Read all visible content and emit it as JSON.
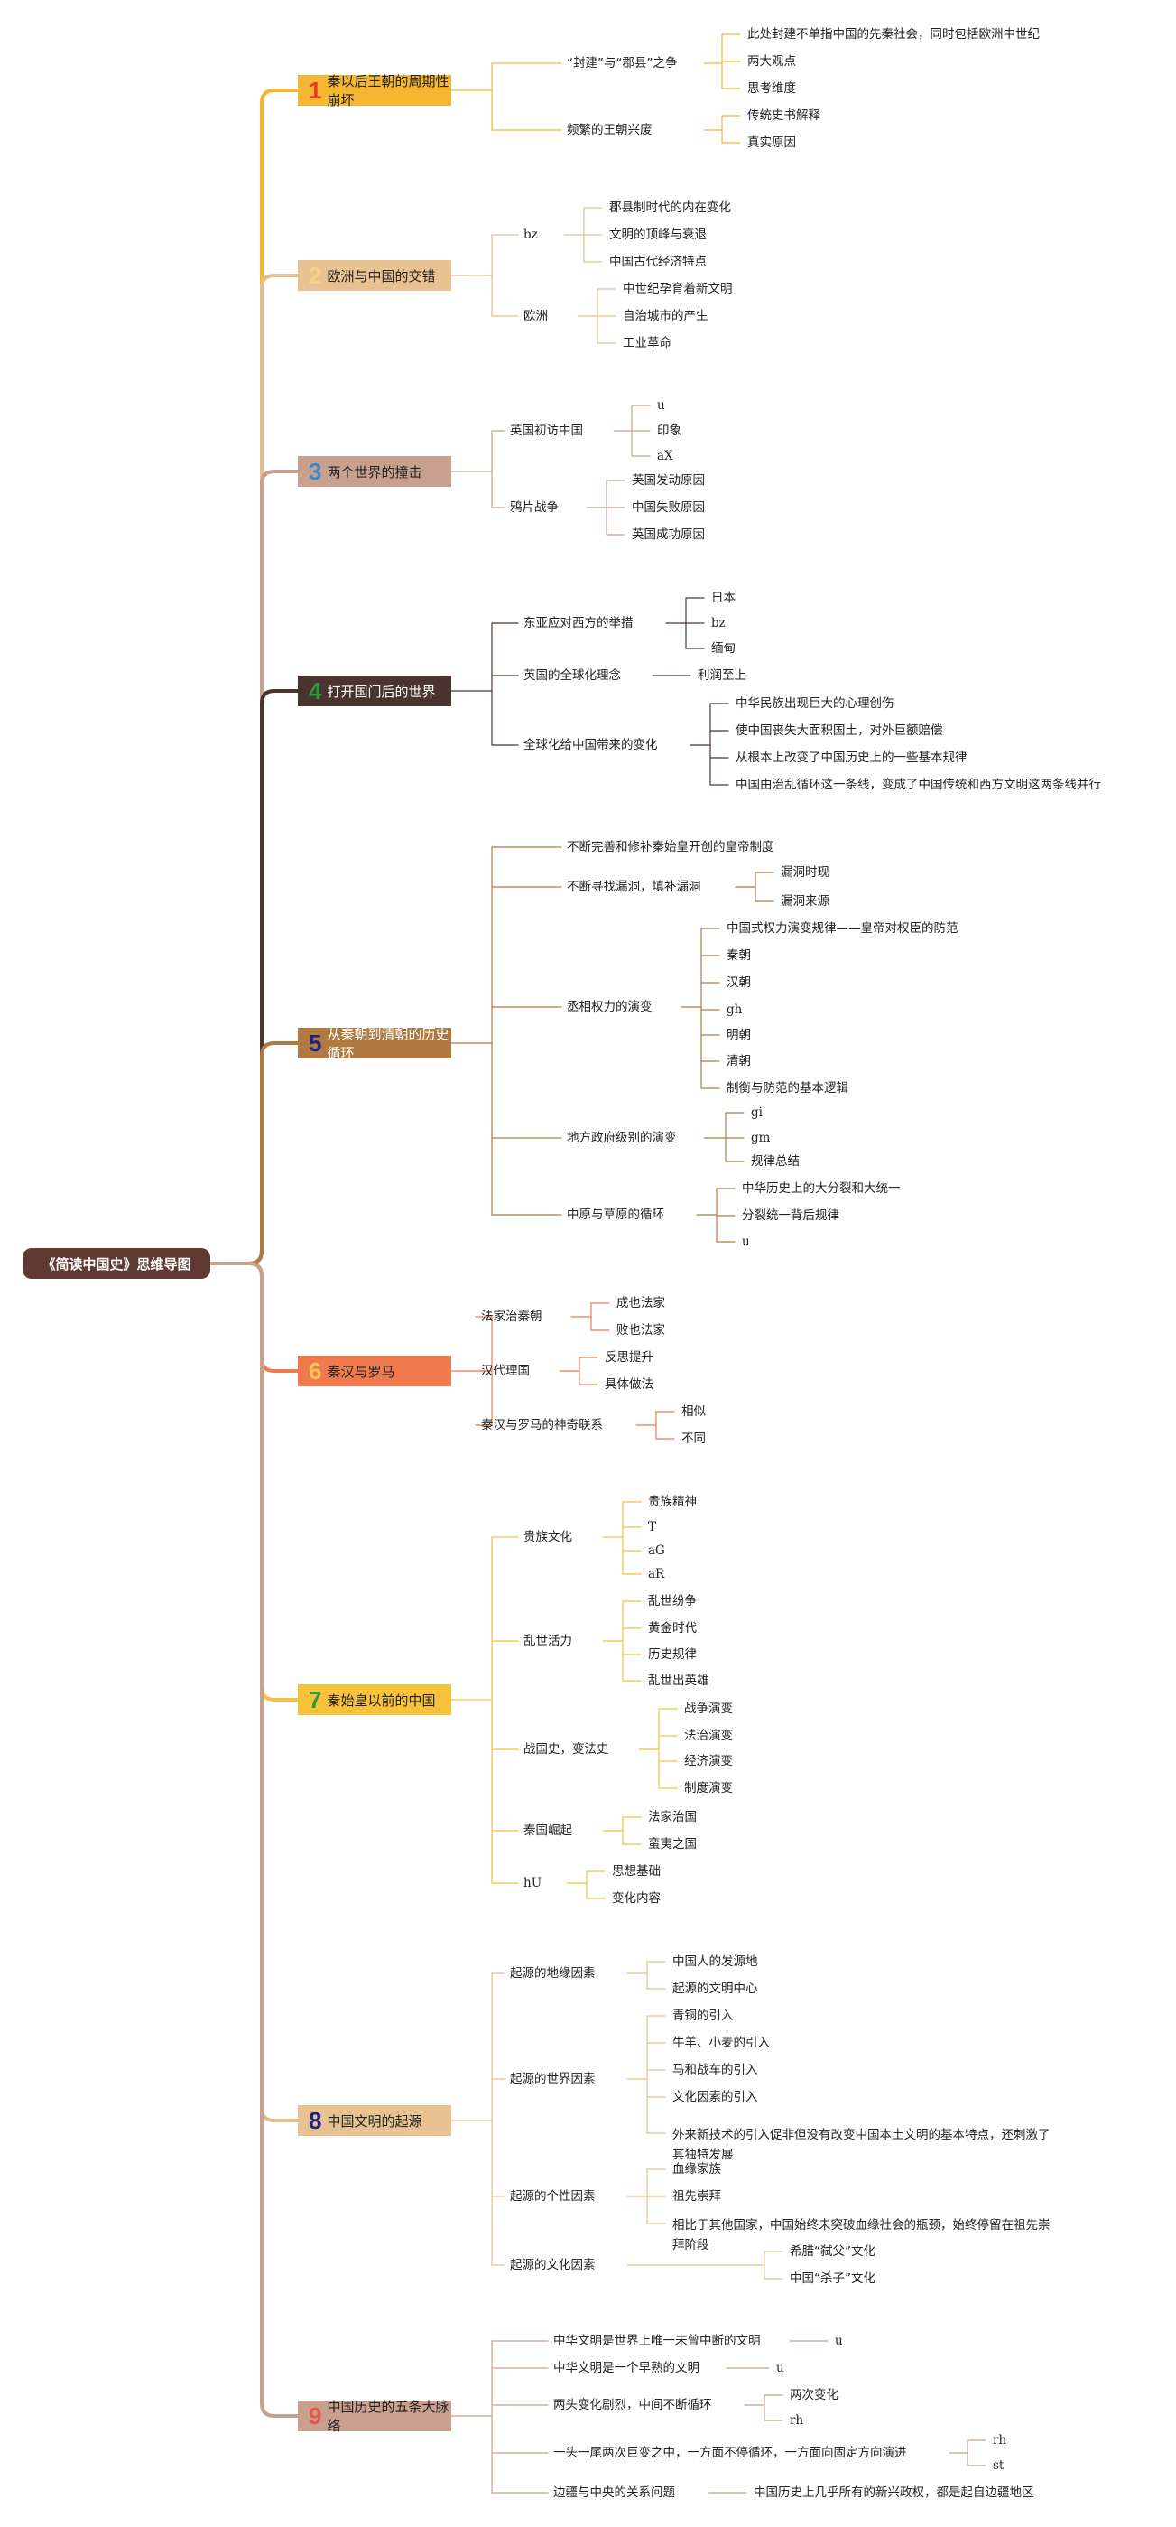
{
  "root": {
    "label": "《简读中国史》思维导图"
  },
  "chapters": [
    {
      "num": "1",
      "title": "秦以后王朝的周期性崩坏",
      "num_color": "#e03b24",
      "bg": "#f5b731",
      "line": "#f5b731",
      "branches": [
        {
          "label": "“封建”与“郡县”之争",
          "children": [
            "此处封建不单指中国的先秦社会，同时包括欧洲中世纪",
            "两大观点",
            "思考维度"
          ]
        },
        {
          "label": "频繁的王朝兴废",
          "children": [
            "传统史书解释",
            "真实原因"
          ]
        }
      ]
    },
    {
      "num": "2",
      "title": "欧洲与中国的交错",
      "num_color": "#f7d08a",
      "bg": "#e8c290",
      "line": "#e2c08e",
      "branches": [
        {
          "label": "bz",
          "children": [
            "郡县制时代的内在变化",
            "文明的顶峰与衰退",
            "中国古代经济特点"
          ]
        },
        {
          "label": "欧洲",
          "children": [
            "中世纪孕育着新文明",
            "自治城市的产生",
            "工业革命"
          ]
        }
      ]
    },
    {
      "num": "3",
      "title": "两个世界的撞击",
      "num_color": "#2f8fd6",
      "bg": "#c9a08e",
      "line": "#c8a18e",
      "branches": [
        {
          "label": "英国初访中国",
          "children": [
            "u",
            "印象",
            "aX"
          ]
        },
        {
          "label": "鸦片战争",
          "children": [
            "英国发动原因",
            "中国失败原因",
            "英国成功原因"
          ]
        }
      ]
    },
    {
      "num": "4",
      "title": "打开国门后的世界",
      "num_color": "#2a9d3a",
      "bg": "#4b342f",
      "line": "#4b342f",
      "text_color": "#ffffff",
      "branches": [
        {
          "label": "东亚应对西方的举措",
          "children": [
            "日本",
            "bz",
            "缅甸"
          ]
        },
        {
          "label": "英国的全球化理念",
          "children": [
            "利润至上"
          ]
        },
        {
          "label": "全球化给中国带来的变化",
          "children": [
            "中华民族出现巨大的心理创伤",
            "使中国丧失大面积国土，对外巨额赔偿",
            "从根本上改变了中国历史上的一些基本规律",
            "中国由治乱循环这一条线，变成了中国传统和西方文明这两条线并行"
          ]
        }
      ]
    },
    {
      "num": "5",
      "title": "从秦朝到清朝的历史循环",
      "num_color": "#1a237e",
      "bg": "#b07a40",
      "line": "#b07a40",
      "text_color": "#ffffff",
      "branches": [
        {
          "label": "不断完善和修补秦始皇开创的皇帝制度",
          "children": []
        },
        {
          "label": "不断寻找漏洞，填补漏洞",
          "children": [
            "漏洞时现",
            "漏洞来源"
          ]
        },
        {
          "label": "丞相权力的演变",
          "children": [
            "中国式权力演变规律——皇帝对权臣的防范",
            "秦朝",
            "汉朝",
            "gh",
            "明朝",
            "清朝",
            "制衡与防范的基本逻辑"
          ]
        },
        {
          "label": "地方政府级别的演变",
          "children": [
            "gi",
            "gm",
            "规律总结"
          ]
        },
        {
          "label": "中原与草原的循环",
          "children": [
            "中华历史上的大分裂和大统一",
            "分裂统一背后规律",
            "u"
          ]
        }
      ]
    },
    {
      "num": "6",
      "title": "秦汉与罗马",
      "num_color": "#f7c65a",
      "bg": "#f07a4e",
      "line": "#f07a4e",
      "branches": [
        {
          "label": "法家治秦朝",
          "children": [
            "成也法家",
            "败也法家"
          ]
        },
        {
          "label": "汉代理国",
          "children": [
            "反思提升",
            "具体做法"
          ]
        },
        {
          "label": "秦汉与罗马的神奇联系",
          "children": [
            "相似",
            "不同"
          ]
        }
      ]
    },
    {
      "num": "7",
      "title": "秦始皇以前的中国",
      "num_color": "#2a9d3a",
      "bg": "#f5c23a",
      "line": "#f5c23a",
      "branches": [
        {
          "label": "贵族文化",
          "children": [
            "贵族精神",
            "T",
            "aG",
            "aR"
          ]
        },
        {
          "label": "乱世活力",
          "children": [
            "乱世纷争",
            "黄金时代",
            "历史规律",
            "乱世出英雄"
          ]
        },
        {
          "label": "战国史，变法史",
          "children": [
            "战争演变",
            "法治演变",
            "经济演变",
            "制度演变"
          ]
        },
        {
          "label": "秦国崛起",
          "children": [
            "法家治国",
            "蛮夷之国"
          ]
        },
        {
          "label": "hU",
          "children": [
            "思想基础",
            "变化内容"
          ]
        }
      ]
    },
    {
      "num": "8",
      "title": "中国文明的起源",
      "num_color": "#1a237e",
      "bg": "#e8c290",
      "line": "#e2c08e",
      "branches": [
        {
          "label": "起源的地缘因素",
          "children": [
            "中国人的发源地",
            "起源的文明中心"
          ]
        },
        {
          "label": "起源的世界因素",
          "children": [
            "青铜的引入",
            "牛羊、小麦的引入",
            "马和战车的引入",
            "文化因素的引入",
            "外来新技术的引入促非但没有改变中国本土文明的基本特点，还刺激了其独特发展"
          ]
        },
        {
          "label": "起源的个性因素",
          "children": [
            "血缘家族",
            "祖先崇拜",
            "相比于其他国家，中国始终未突破血缘社会的瓶颈，始终停留在祖先崇拜阶段"
          ]
        },
        {
          "label": "起源的文化因素",
          "children": [
            "希腊“弑父”文化",
            "中国“杀子”文化"
          ]
        }
      ]
    },
    {
      "num": "9",
      "title": "中国历史的五条大脉络",
      "num_color": "#e8554e",
      "bg": "#c9a08e",
      "line": "#c8a18e",
      "branches": [
        {
          "label": "中华文明是世界上唯一未曾中断的文明",
          "children": [
            "u"
          ]
        },
        {
          "label": "中华文明是一个早熟的文明",
          "children": [
            "u"
          ]
        },
        {
          "label": "两头变化剧烈，中间不断循环",
          "children": [
            "两次变化",
            "rh"
          ]
        },
        {
          "label": "一头一尾两次巨变之中，一方面不停循环，一方面向固定方向演进",
          "children": [
            "rh",
            "st"
          ]
        },
        {
          "label": "边疆与中央的关系问题",
          "children": [
            "中国历史上几乎所有的新兴政权，都是起自边疆地区"
          ]
        }
      ]
    }
  ]
}
